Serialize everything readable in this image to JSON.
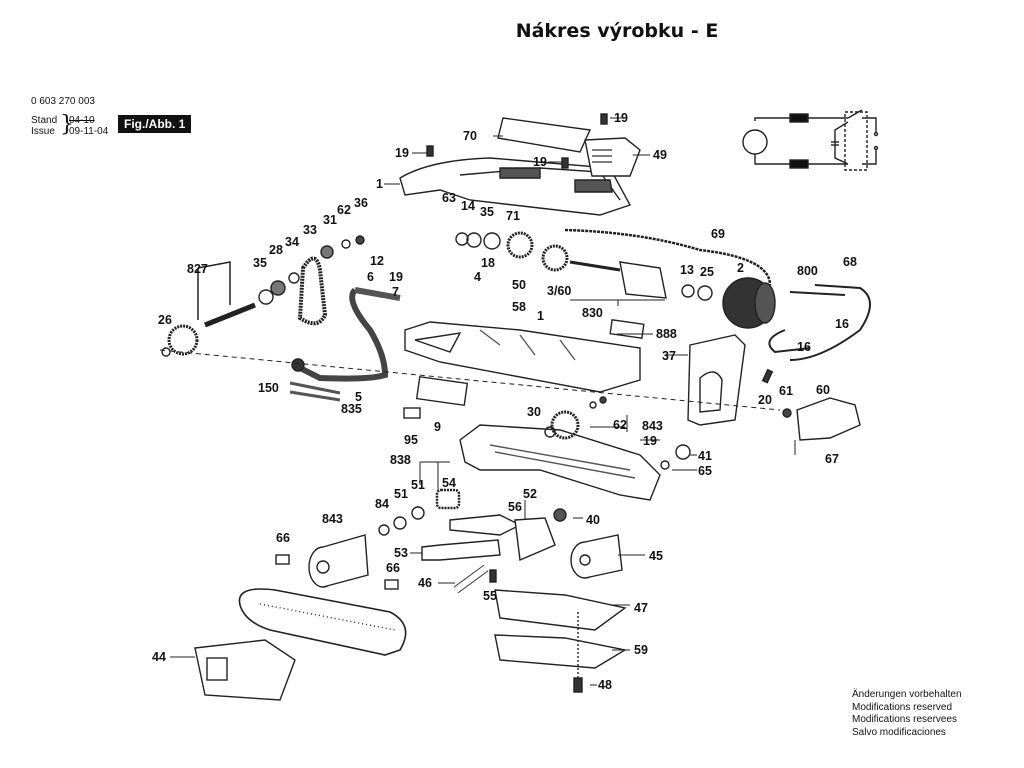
{
  "title": "Nákres výrobku - E",
  "header": {
    "part_number": "0 603 270 003",
    "stand_label": "Stand",
    "issue_label": "Issue",
    "stand_date_struck": "04-10",
    "issue_date": "09-11-04",
    "figure_label": "Fig./Abb. 1"
  },
  "footer_notes": [
    "Änderungen vorbehalten",
    "Modifications reserved",
    "Modifications reservees",
    "Salvo modificaciones"
  ],
  "callouts": {
    "c19a": "19",
    "c70": "70",
    "c49": "49",
    "c19b": "19",
    "c19c": "19",
    "c1a": "1",
    "c63": "63",
    "c14": "14",
    "c35a": "35",
    "c71": "71",
    "c36": "36",
    "c62a": "62",
    "c31": "31",
    "c33": "33",
    "c34": "34",
    "c28": "28",
    "c35b": "35",
    "c827": "827",
    "c26": "26",
    "c12": "12",
    "c18": "18",
    "c19d": "19",
    "c4": "4",
    "c7": "7",
    "c6": "6",
    "c50": "50",
    "c58": "58",
    "c360": "3/60",
    "c830": "830",
    "c69": "69",
    "c13": "13",
    "c25": "25",
    "c2": "2",
    "c800": "800",
    "c68": "68",
    "c16a": "16",
    "c16b": "16",
    "c888": "888",
    "c1b": "1",
    "c37": "37",
    "c150": "150",
    "c5": "5",
    "c835": "835",
    "c9": "9",
    "c95": "95",
    "c20": "20",
    "c61": "61",
    "c60": "60",
    "c67": "67",
    "c30": "30",
    "c62b": "62",
    "c843a": "843",
    "c19e": "19",
    "c41": "41",
    "c65": "65",
    "c838": "838",
    "c54": "54",
    "c51a": "51",
    "c51b": "51",
    "c84": "84",
    "c843b": "843",
    "c56": "56",
    "c52": "52",
    "c40": "40",
    "c45": "45",
    "c66a": "66",
    "c66b": "66",
    "c53": "53",
    "c46": "46",
    "c55": "55",
    "c47": "47",
    "c59": "59",
    "c48": "48",
    "c44": "44"
  }
}
